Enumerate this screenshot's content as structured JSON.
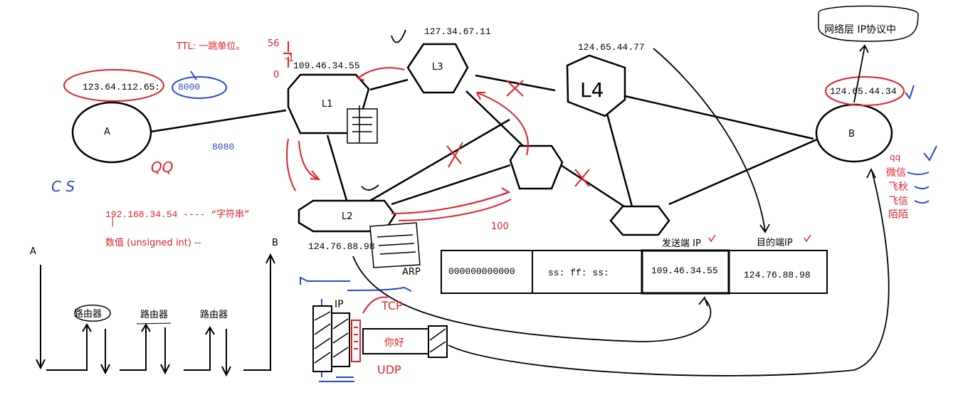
{
  "nodes": {
    "host_a": "A",
    "host_b": "B",
    "router_l1": "L1",
    "router_l2": "L2",
    "router_l3": "L3",
    "router_l4": "L4"
  },
  "addresses": {
    "host_a_ip": "123.64.112.65:",
    "host_a_port": "8000",
    "port_8080": "8080",
    "l1_ip": "109.46.34.55",
    "l3_ip": "127.34.67.11",
    "l4_ip": "124.65.44.77",
    "host_b_ip": "124.65.44.34",
    "l2_ip": "124.76.88.98"
  },
  "notes": {
    "ttl": "TTL: 一跳单位。",
    "ttl_value": "56",
    "ttl_minus_one": "-1",
    "ttl_zero": "0",
    "qq_label": "QQ",
    "cs_label": "C S",
    "ip_string": "192.168.34.54  ---- “字符串”",
    "ip_numeric": "数值 (unsigned int) --",
    "hundred": "100",
    "arp_label": "ARP",
    "network_layer": "网络层  IP协议中",
    "apps": [
      "qq",
      "微信",
      "飞秋",
      "飞信",
      "陌陌"
    ]
  },
  "packet_header": {
    "field_mac": "000000000000",
    "field_ss": "ss: ff: ss:",
    "field_src_ip": "109.46.34.55",
    "field_dst_ip": "124.76.88.98",
    "label_src": "发送端 IP",
    "label_dst": "目的端IP"
  },
  "encapsulation": {
    "payload": "你好",
    "ip_tag": "IP",
    "tcp_tag": "TCP",
    "udp_tag": "UDP"
  },
  "bottom_path": {
    "start": "A",
    "end": "B",
    "routers": [
      "路由器",
      "路由器",
      "路由器"
    ]
  },
  "colors": {
    "ink": "#000000",
    "red_pen": "#e0202a",
    "blue_pen": "#2c48c8"
  }
}
